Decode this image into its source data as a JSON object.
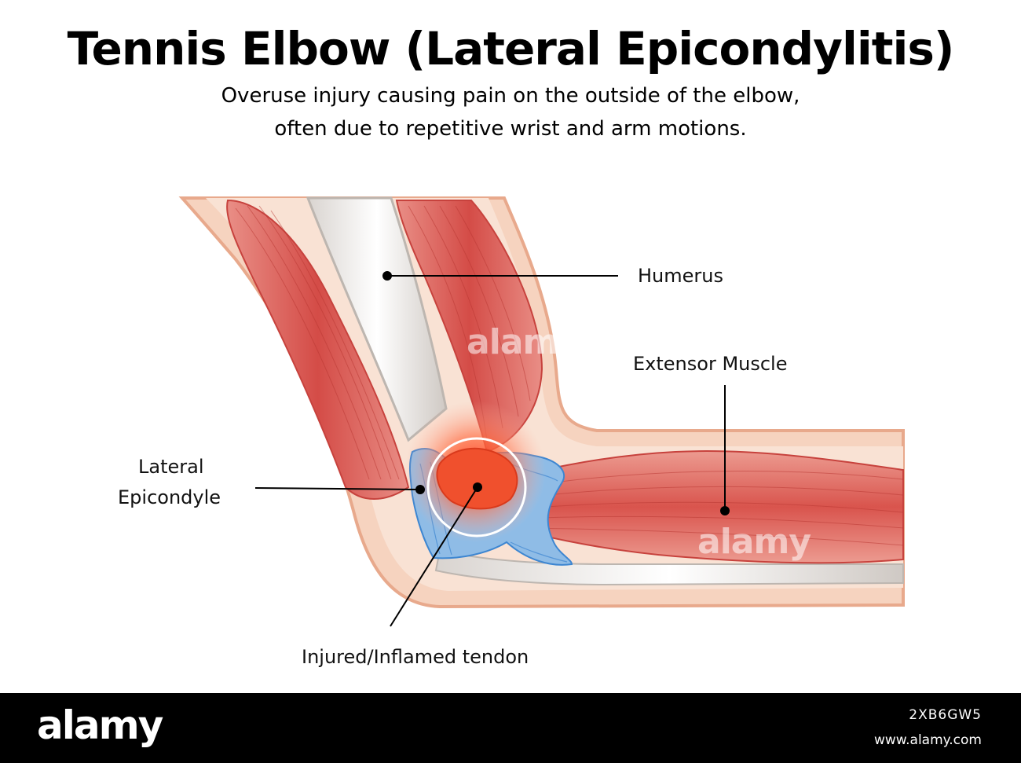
{
  "header": {
    "title": "Tennis Elbow (Lateral Epicondylitis)",
    "subtitle_line1": "Overuse injury causing pain on the outside of the elbow,",
    "subtitle_line2": "often due to repetitive wrist and arm motions."
  },
  "labels": {
    "humerus": "Humerus",
    "extensor_muscle": "Extensor Muscle",
    "lateral_epicondyle_line1": "Lateral",
    "lateral_epicondyle_line2": "Epicondyle",
    "injured_tendon": "Injured/Inflamed tendon"
  },
  "watermark": {
    "text": "alamy"
  },
  "footer": {
    "logo": "alamy",
    "image_id": "2XB6GW5",
    "url": "www.alamy.com"
  },
  "colors": {
    "skin": "#f6d3bf",
    "skin_outline": "#e8a98c",
    "muscle": "#d9534f",
    "muscle_light": "#eb8a80",
    "bone": "#f2f0ee",
    "tendon_blue": "#6fa8dc",
    "inflammation": "#ff3b1f",
    "footer_bg": "#000000"
  }
}
